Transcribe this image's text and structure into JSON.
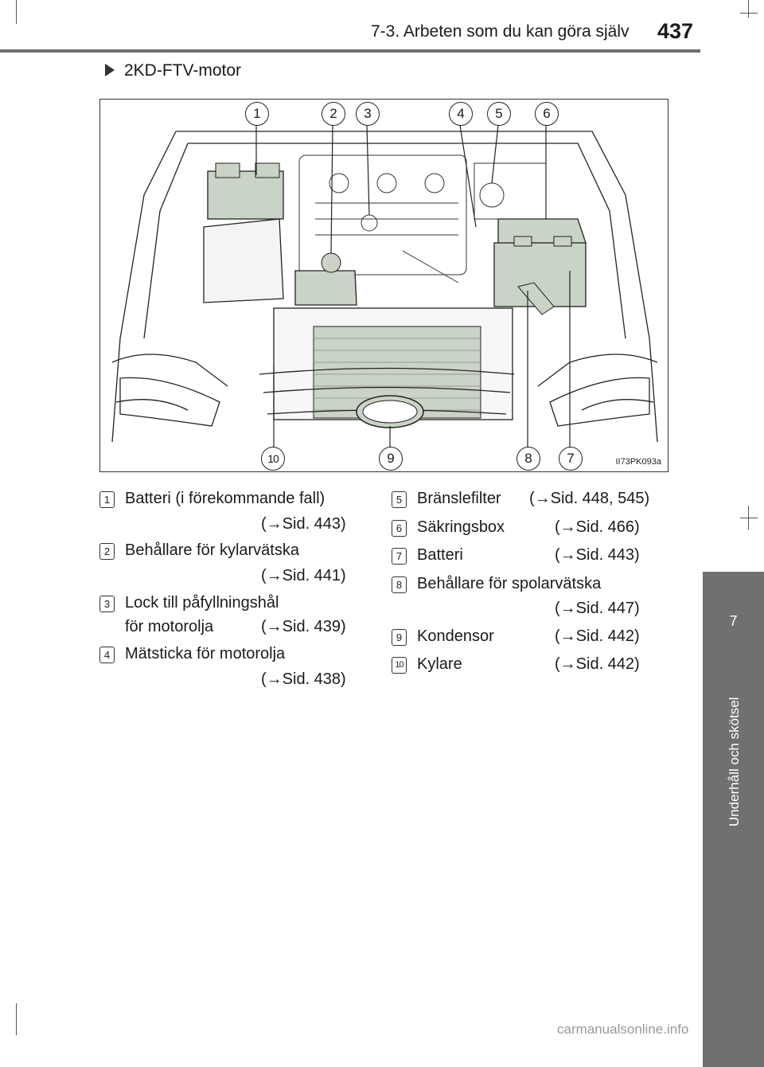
{
  "header": {
    "section": "7-3. Arbeten som du kan göra själv",
    "page": "437"
  },
  "side_tab": {
    "chapter": "7",
    "label": "Underhåll och skötsel"
  },
  "section_heading": "2KD-FTV-motor",
  "figure": {
    "code": "II73PK093a",
    "callouts_top": [
      "1",
      "2",
      "3",
      "4",
      "5",
      "6"
    ],
    "callouts_bottom": [
      "10",
      "9",
      "8",
      "7"
    ]
  },
  "legend": [
    {
      "num": "1",
      "line1": "Batteri (i förekommande fall)",
      "line2": "",
      "ref": "(→Sid. 443)"
    },
    {
      "num": "2",
      "line1": "Behållare för kylarvätska",
      "line2": "",
      "ref": "(→Sid. 441)"
    },
    {
      "num": "3",
      "line1": "Lock till påfyllningshål",
      "line2": "för motorolja",
      "ref": "(→Sid. 439)"
    },
    {
      "num": "4",
      "line1": "Mätsticka för motorolja",
      "line2": "",
      "ref": "(→Sid. 438)"
    },
    {
      "num": "5",
      "line1": "Bränslefilter",
      "line2": "",
      "ref": "(→Sid. 448, 545)"
    },
    {
      "num": "6",
      "line1": "Säkringsbox",
      "line2": "",
      "ref": "(→Sid. 466)"
    },
    {
      "num": "7",
      "line1": "Batteri",
      "line2": "",
      "ref": "(→Sid. 443)"
    },
    {
      "num": "8",
      "line1": "Behållare för spolarvätska",
      "line2": "",
      "ref": "(→Sid. 447)"
    },
    {
      "num": "9",
      "line1": "Kondensor",
      "line2": "",
      "ref": "(→Sid. 442)"
    },
    {
      "num": "10",
      "line1": "Kylare",
      "line2": "",
      "ref": "(→Sid. 442)"
    }
  ],
  "watermark": "carmanualsonline.info"
}
